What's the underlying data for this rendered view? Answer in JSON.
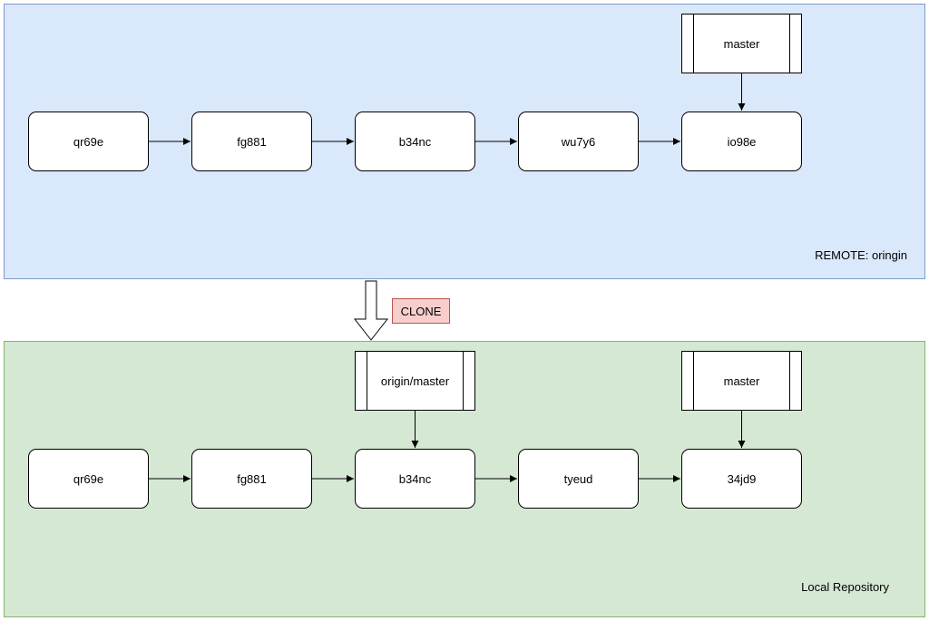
{
  "colors": {
    "remote_fill": "#dae8fc",
    "local_fill": "#d5e8d4",
    "clone_fill": "#f8cecc",
    "clone_border": "#b85450"
  },
  "remote": {
    "label": "REMOTE: oringin",
    "commits": [
      "qr69e",
      "fg881",
      "b34nc",
      "wu7y6",
      "io98e"
    ],
    "branches": [
      {
        "name": "master",
        "target": "io98e"
      }
    ]
  },
  "clone_label": "CLONE",
  "local": {
    "label": "Local Repository",
    "commits": [
      "qr69e",
      "fg881",
      "b34nc",
      "tyeud",
      "34jd9"
    ],
    "branches": [
      {
        "name": "origin/master",
        "target": "b34nc"
      },
      {
        "name": "master",
        "target": "34jd9"
      }
    ]
  }
}
